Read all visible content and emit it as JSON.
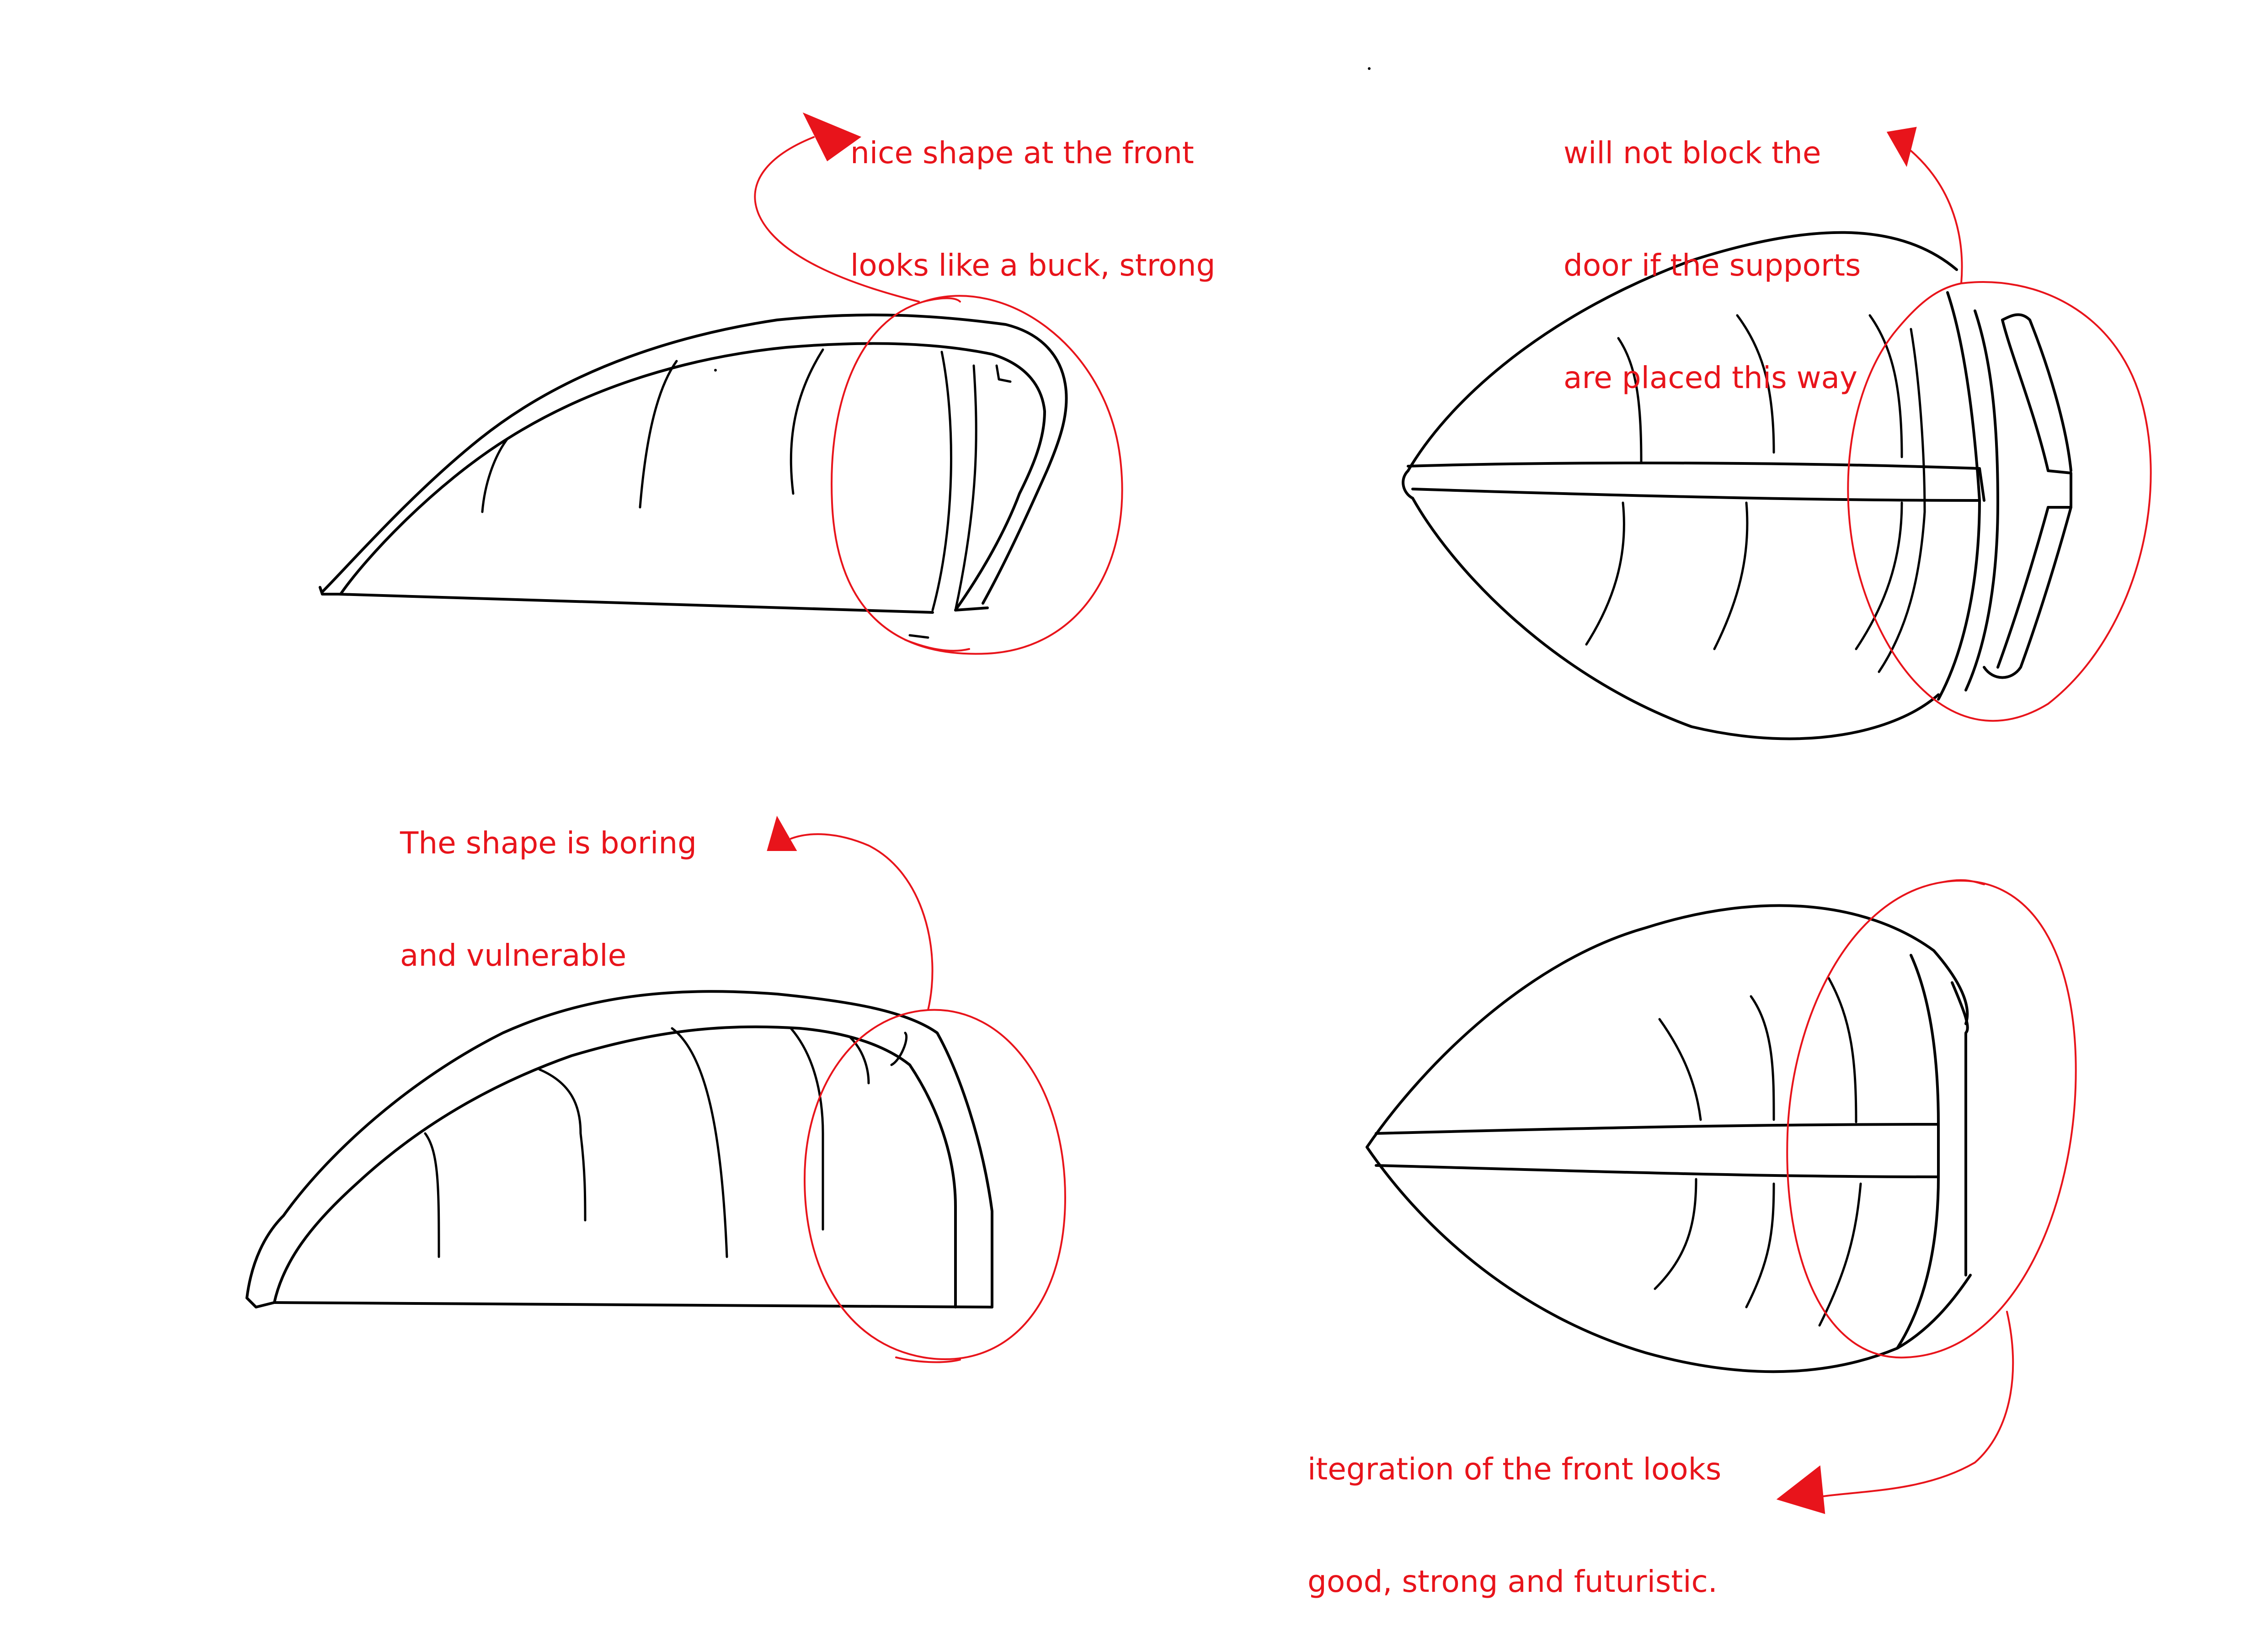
{
  "colors": {
    "annotation": "#e8141b",
    "ink": "#000000",
    "background": "#ffffff"
  },
  "annotations": {
    "side_view_1": {
      "line1": "nice shape at the front",
      "line2": "looks like a buck, strong"
    },
    "top_view_1": {
      "line1": "will not block the",
      "line2": "door if the supports",
      "line3": "are placed this way"
    },
    "side_view_2": {
      "line1": "The shape is boring",
      "line2": "and vulnerable"
    },
    "top_view_2": {
      "line1": "itegration of the front looks",
      "line2": "good, strong and futuristic."
    }
  }
}
